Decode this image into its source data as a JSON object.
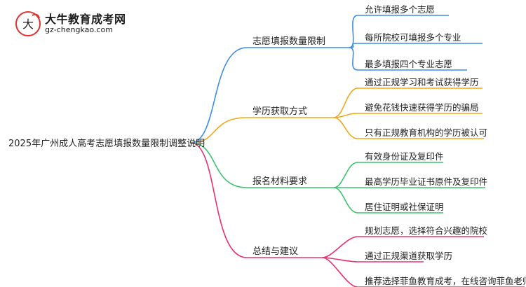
{
  "logo": {
    "name": "大牛教育成考网",
    "url": "gz-chengkao.com"
  },
  "root": "2025年广州成人高考志愿填报数量限制调整说明",
  "branches": [
    {
      "label": "志愿填报数量限制",
      "color": "#3b8ee6",
      "leaves": [
        "允许填报多个志愿",
        "每所院校可填报多个专业",
        "最多填报四个专业志愿"
      ]
    },
    {
      "label": "学历获取方式",
      "color": "#f0a81a",
      "leaves": [
        "通过正规学习和考试获得学历",
        "避免花钱快速获得学历的骗局",
        "只有正规教育机构的学历被认可"
      ]
    },
    {
      "label": "报名材料要求",
      "color": "#3cc46e",
      "leaves": [
        "有效身份证及复印件",
        "最高学历毕业证书原件及复印件",
        "居住证明或社保证明"
      ]
    },
    {
      "label": "总结与建议",
      "color": "#e8336e",
      "leaves": [
        "规划志愿，选择符合兴趣的院校",
        "通过正规渠道获取学历",
        "推荐选择菲鱼教育成考，在线咨询菲鱼老师"
      ]
    }
  ]
}
